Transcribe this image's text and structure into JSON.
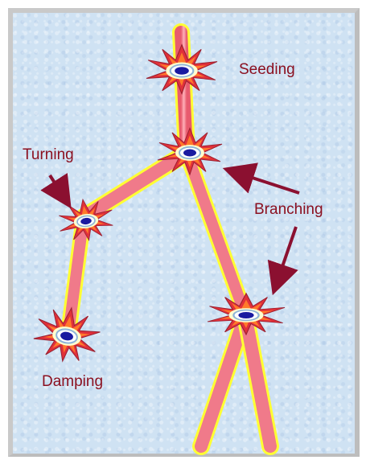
{
  "labels": {
    "seeding": "Seeding",
    "turning": "Turning",
    "branching": "Branching",
    "damping": "Damping"
  },
  "colors": {
    "background": "#cfe2f3",
    "branch_fill": "#f07a8a",
    "branch_outline": "#ffff33",
    "label_text": "#8b1020",
    "arrow": "#8b1030",
    "burst_outer": "#e0303a",
    "burst_mid": "#ff7a2a",
    "burst_inner": "#ffffd0",
    "core": "#1a1aa0"
  },
  "icons": {
    "event": "starburst-icon"
  }
}
